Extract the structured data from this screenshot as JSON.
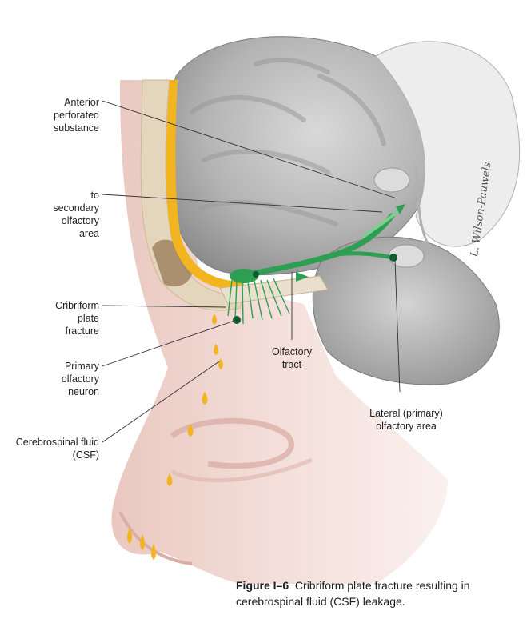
{
  "labels": {
    "anterior_perforated": "Anterior\nperforated\nsubstance",
    "secondary_olfactory": "to\nsecondary\nolfactory\narea",
    "cribriform_fracture": "Cribriform\nplate\nfracture",
    "primary_neuron": "Primary\nolfactory\nneuron",
    "csf": "Cerebrospinal fluid\n(CSF)",
    "olfactory_tract": "Olfactory\ntract",
    "lateral_olfactory": "Lateral (primary)\nolfactory area"
  },
  "caption": {
    "figure_number": "Figure I–6",
    "text": "Cribriform plate fracture resulting in cerebrospinal fluid (CSF) leakage."
  },
  "signature": "L. Wilson-Pauwels",
  "colors": {
    "brain": "#bfbfbf",
    "brain_dark": "#8e8e8e",
    "bone": "#e7dcc8",
    "skin": "#f1d9d3",
    "skin_dark": "#e2b9b0",
    "csf": "#f2b51f",
    "nerve": "#2e9e52",
    "nerve_light": "#7ccf8f"
  }
}
